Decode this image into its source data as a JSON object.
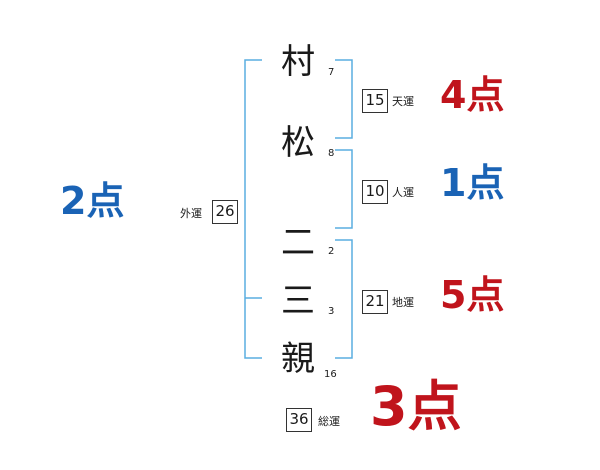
{
  "name_chars": [
    {
      "char": "村",
      "strokes": "7"
    },
    {
      "char": "松",
      "strokes": "8"
    },
    {
      "char": "二",
      "strokes": "2"
    },
    {
      "char": "三",
      "strokes": "3"
    },
    {
      "char": "親",
      "strokes": "16"
    }
  ],
  "fortunes": {
    "tenkaku": {
      "label": "天運",
      "value": "15",
      "score": "4点"
    },
    "jinkaku": {
      "label": "人運",
      "value": "10",
      "score": "1点"
    },
    "chikaku": {
      "label": "地運",
      "value": "21",
      "score": "5点"
    },
    "gaikaku": {
      "label": "外運",
      "value": "26",
      "score": "2点"
    },
    "soukaku": {
      "label": "総運",
      "value": "36",
      "score": "3点"
    }
  },
  "colors": {
    "bracket": "#5aaee0",
    "score_red": "#c0141c",
    "score_blue": "#1a63b5"
  }
}
